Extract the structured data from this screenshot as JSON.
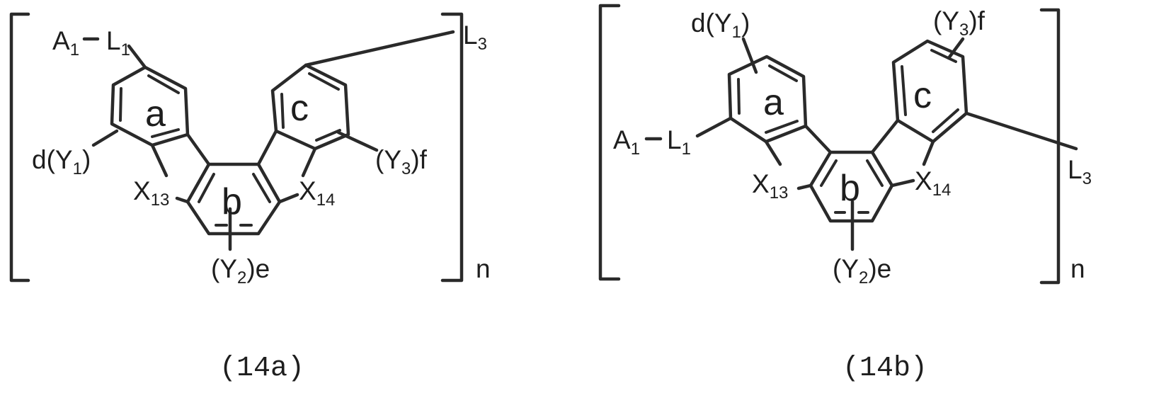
{
  "structures": [
    {
      "caption": "(14a)",
      "rings": {
        "a": "a",
        "b": "b",
        "c": "c"
      },
      "labels": {
        "a1_l1_left": "A",
        "a1_l1_mid": "1",
        "a1_l1_right": "L",
        "a1_l1_sub": "1",
        "l3": "L",
        "l3_sub": "3",
        "y1_pre": "d(Y",
        "y1_sub": "1",
        "y1_post": ")",
        "y3_pre": "(Y",
        "y3_sub": "3",
        "y3_post": ")f",
        "x13": "X",
        "x13_sub": "13",
        "x14": "X",
        "x14_sub": "14",
        "y2_pre": "(Y",
        "y2_sub": "2",
        "y2_post": ")e"
      },
      "repeat": "n"
    },
    {
      "caption": "(14b)",
      "rings": {
        "a": "a",
        "b": "b",
        "c": "c"
      },
      "labels": {
        "a1_l1_left": "A",
        "a1_l1_mid": "1",
        "a1_l1_right": "L",
        "a1_l1_sub": "1",
        "l3": "L",
        "l3_sub": "3",
        "y1_pre": "d(Y",
        "y1_sub": "1",
        "y1_post": ")",
        "y3_pre": "(Y",
        "y3_sub": "3",
        "y3_post": ")f",
        "x13": "X",
        "x13_sub": "13",
        "x14": "X",
        "x14_sub": "14",
        "y2_pre": "(Y",
        "y2_sub": "2",
        "y2_post": ")e"
      },
      "repeat": "n"
    }
  ]
}
